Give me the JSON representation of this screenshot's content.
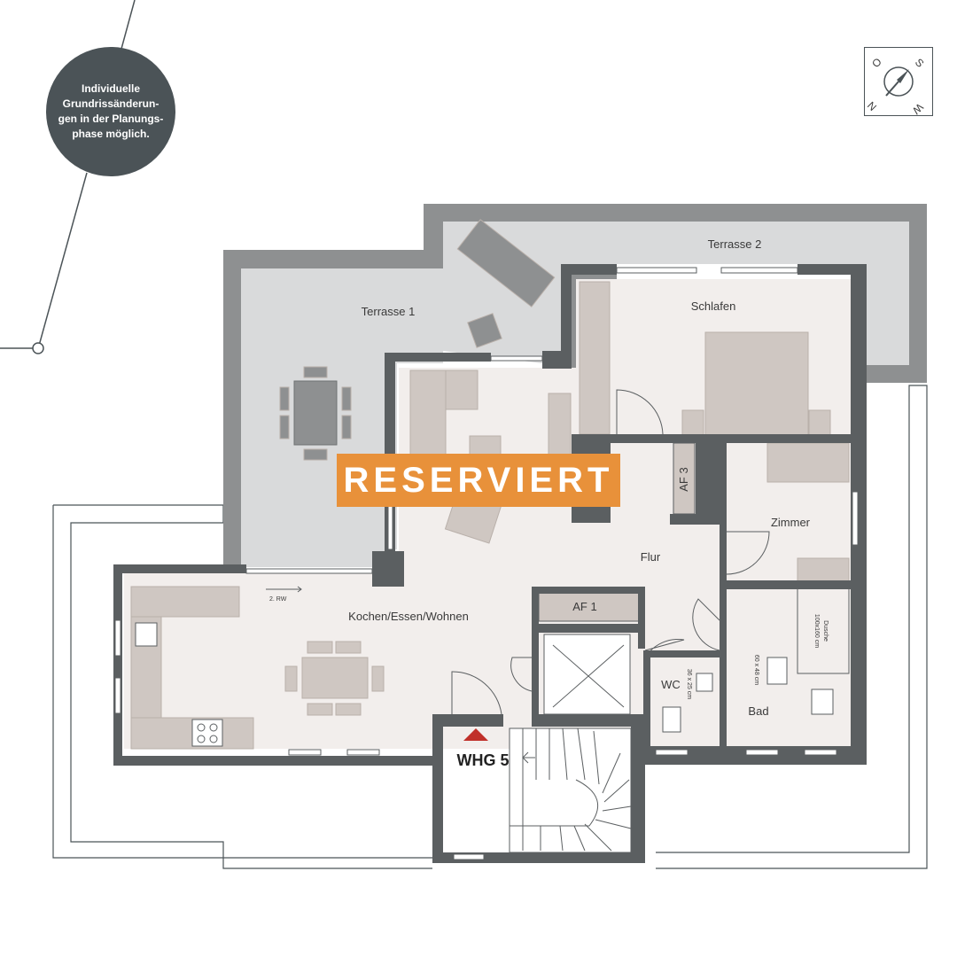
{
  "note_bubble": {
    "text": "Individuelle Grundrissänderun-gen in der Planungs-phase möglich."
  },
  "status_banner": {
    "label": "RESERVIERT"
  },
  "compass": {
    "n": "N",
    "o": "O",
    "s": "S",
    "w": "W"
  },
  "unit": {
    "label": "WHG 5"
  },
  "rooms": {
    "terrasse1": "Terrasse 1",
    "terrasse2": "Terrasse 2",
    "schlafen": "Schlafen",
    "zimmer": "Zimmer",
    "flur": "Flur",
    "kochen": "Kochen/Essen/Wohnen",
    "wc": "WC",
    "bad": "Bad",
    "af1": "AF 1",
    "af3": "AF 3"
  },
  "annotations": {
    "rw": "2. RW",
    "dusche": "Dusche",
    "dusche_size": "100x160 cm",
    "wc_sink": "36 x 25 cm",
    "bad_sink": "60 x 48 cm"
  },
  "colors": {
    "wall": "#5b5f61",
    "floor": "#f2eeec",
    "terrace": "#d9dadb",
    "terrace_border": "#8e9091",
    "furniture": "#cfc7c2",
    "accent_orange": "#e8913a",
    "marker_red": "#c0302a",
    "bubble": "#4b5357"
  }
}
